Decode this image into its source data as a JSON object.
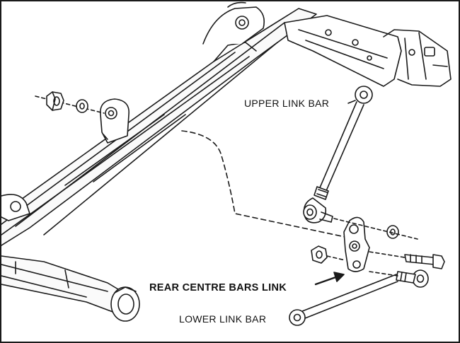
{
  "labels": {
    "upper_link_bar": "UPPER LINK BAR",
    "rear_centre_bars_link": "REAR CENTRE BARS LINK",
    "lower_link_bar": "LOWER LINK BAR"
  },
  "colors": {
    "line": "#1a1a1a",
    "background": "#ffffff"
  }
}
